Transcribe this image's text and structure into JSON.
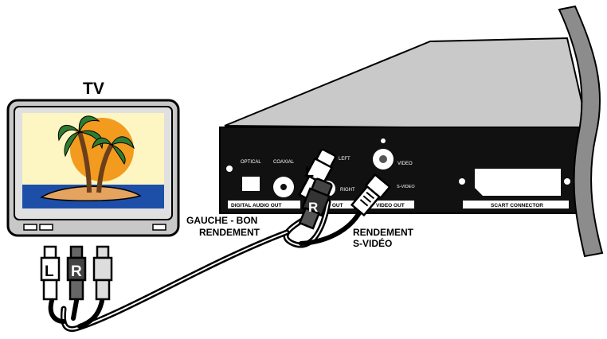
{
  "tv": {
    "title": "TV"
  },
  "plugs": {
    "left": "L",
    "right": "R"
  },
  "device": {
    "ports": {
      "optical": "OPTICAL",
      "coaxial": "COAXIAL",
      "left": "LEFT",
      "right": "RIGHT",
      "video": "VIDEO",
      "svideo": "S-VIDEO"
    },
    "sections": {
      "digital_audio_out": "DIGITAL AUDIO OUT",
      "audio_out": "O OUT",
      "video_out": "VIDEO OUT",
      "scart_connector": "SCART CONNECTOR"
    }
  },
  "callouts": {
    "audio_line1": "GAUCHE - BON",
    "audio_line2": "RENDEMENT",
    "video_line1": "RENDEMENT",
    "video_line2": "S-VIDÉO"
  },
  "colors": {
    "sky": "#fdf5c2",
    "sun": "#f39b1f",
    "sea": "#1d4fa8",
    "sand": "#e4a35e",
    "palm": "#2e7d32",
    "panel": "#111111",
    "device_top": "#c9c9c9",
    "cut_edge": "#8c8c8c"
  }
}
